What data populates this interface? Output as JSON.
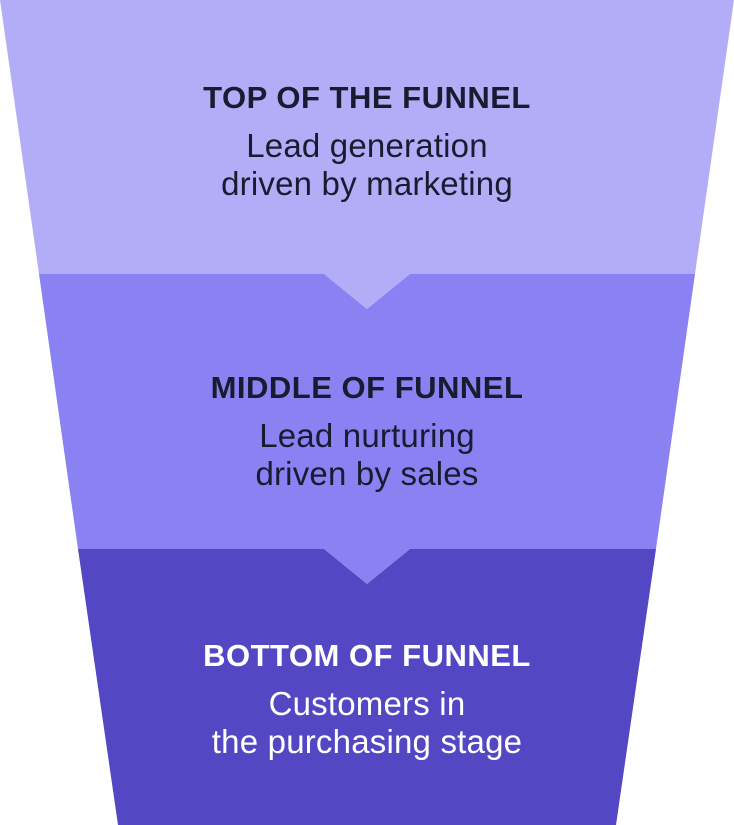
{
  "diagram": {
    "type": "funnel",
    "orientation": "top-to-bottom",
    "stage_count": 3
  },
  "stages": [
    {
      "id": "top",
      "heading": "TOP OF THE FUNNEL",
      "description_lines": [
        "Lead generation",
        "driven by marketing"
      ],
      "fill_color": "#b3adf8",
      "text_color": "#171c30"
    },
    {
      "id": "middle",
      "heading": "MIDDLE OF FUNNEL",
      "description_lines": [
        "Lead nurturing",
        "driven by sales"
      ],
      "fill_color": "#8a82f3",
      "text_color": "#171c30"
    },
    {
      "id": "bottom",
      "heading": "BOTTOM OF FUNNEL",
      "description_lines": [
        "Customers in",
        "the purchasing stage"
      ],
      "fill_color": "#5347c4",
      "text_color": "#ffffff"
    }
  ]
}
